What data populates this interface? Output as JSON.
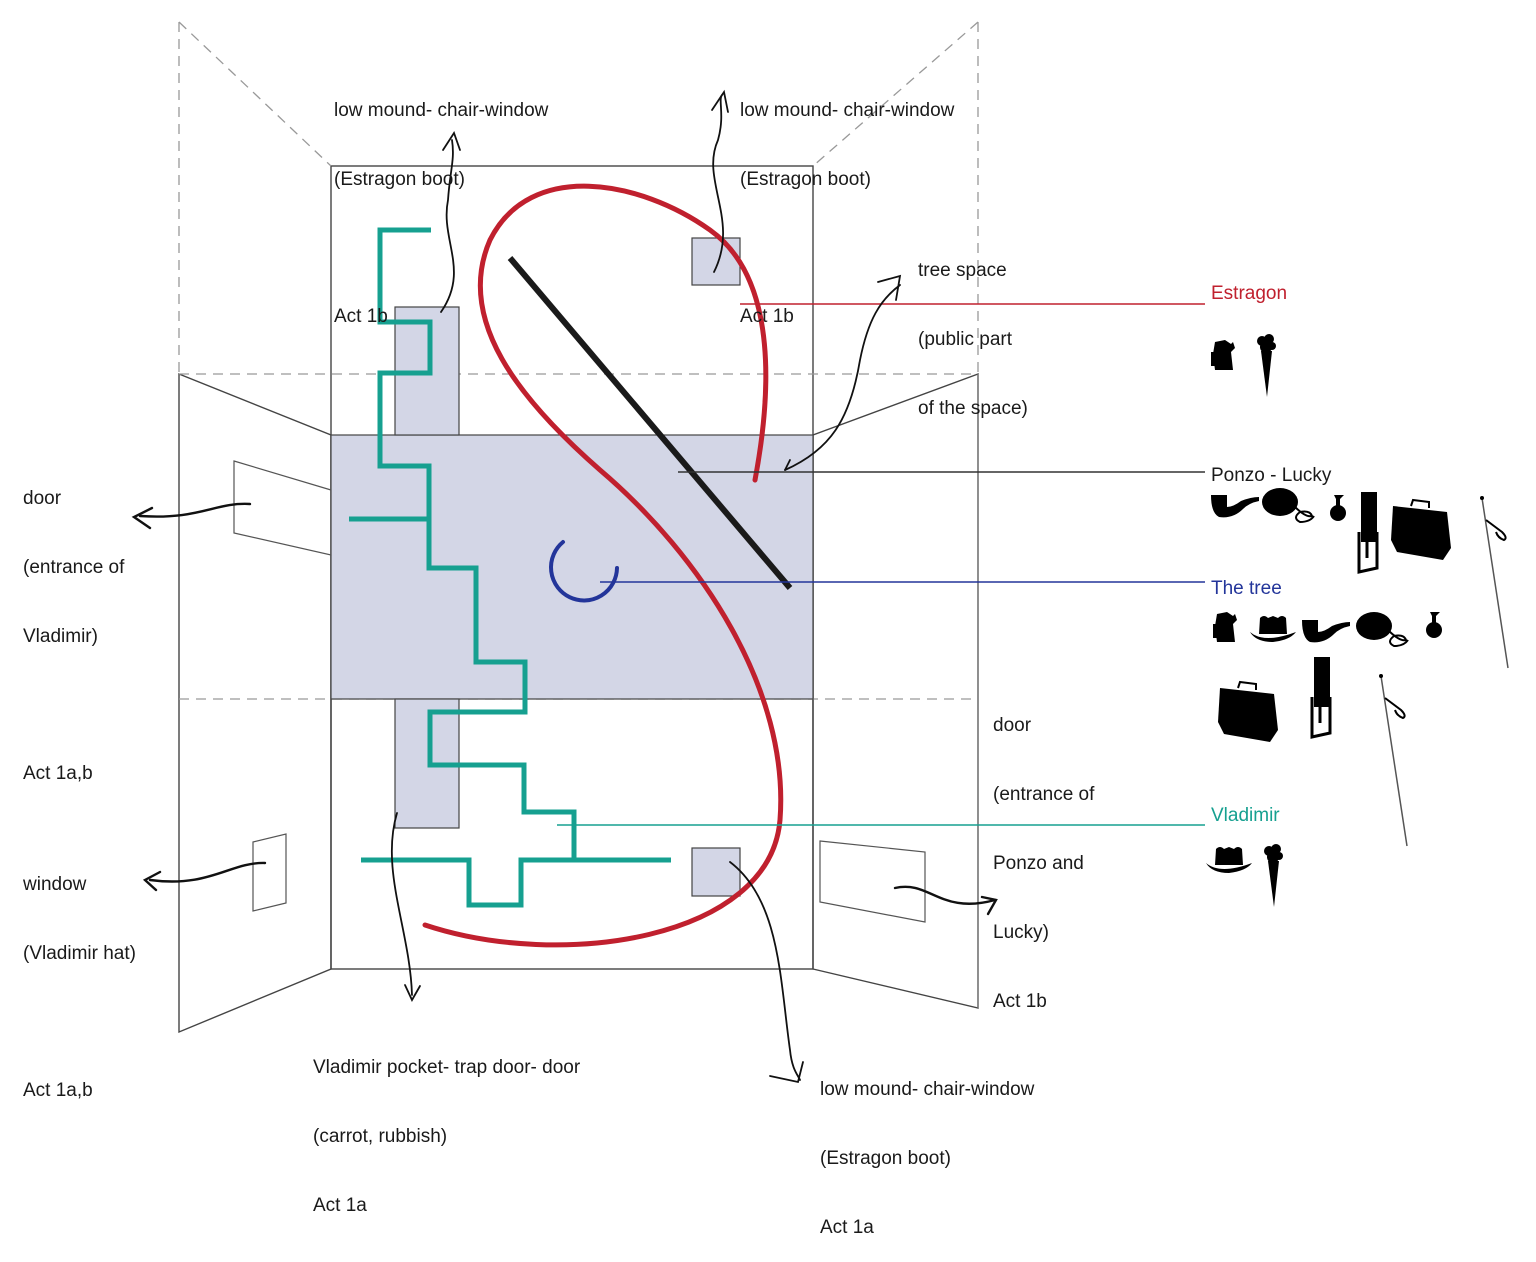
{
  "colors": {
    "estragon": "#c0202e",
    "vladimir": "#16a090",
    "tree": "#23359a",
    "ponzo_lucky": "#1a1a1a",
    "zone_fill": "#d3d6e6",
    "wall_line": "#444444",
    "dashed_line": "#9a9a9a"
  },
  "annotations": {
    "top_left": {
      "line1": "low mound- chair-window",
      "line2": "(Estragon boot)",
      "act": "Act 1b"
    },
    "top_right": {
      "line1": "low mound- chair-window",
      "line2": "(Estragon boot)",
      "act": "Act 1b"
    },
    "tree_space": {
      "line1": "tree space",
      "line2": "(public part",
      "line3": "of the space)"
    },
    "left_door": {
      "line1": "door",
      "line2": "(entrance of",
      "line3": "Vladimir)",
      "act": "Act 1a,b"
    },
    "left_window": {
      "line1": "window",
      "line2": "(Vladimir hat)",
      "act": "Act 1a,b"
    },
    "right_door": {
      "line1": "door",
      "line2": "(entrance of",
      "line3": "Ponzo and",
      "line4": "Lucky)",
      "act": "Act 1b"
    },
    "bottom_left": {
      "line1": "Vladimir pocket- trap door- door",
      "line2": "(carrot, rubbish)",
      "act": "Act 1a"
    },
    "bottom_right": {
      "line1": "low mound- chair-window",
      "line2": "(Estragon boot)",
      "act": "Act 1a"
    }
  },
  "legend": [
    {
      "name": "Estragon",
      "color_key": "estragon",
      "props": [
        "boot-icon",
        "carrot-icon"
      ]
    },
    {
      "name": "Ponzo - Lucky",
      "color_key": "ponzo_lucky",
      "props": [
        "pipe-icon",
        "basket-bag-icon",
        "spray-bottle-icon",
        "folding-stool-icon",
        "suitcase-icon",
        "whip-icon"
      ]
    },
    {
      "name": "The tree",
      "color_key": "tree",
      "props": [
        "boot-icon",
        "hat-icon",
        "pipe-icon",
        "basket-bag-icon",
        "spray-bottle-icon",
        "suitcase-icon",
        "folding-stool-icon",
        "whip-icon"
      ]
    },
    {
      "name": "Vladimir",
      "color_key": "vladimir",
      "props": [
        "hat-icon",
        "carrot-icon"
      ]
    }
  ]
}
